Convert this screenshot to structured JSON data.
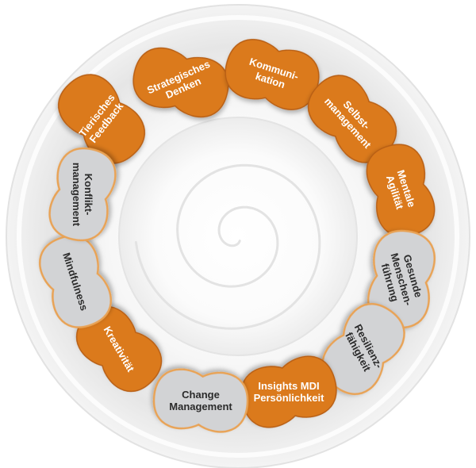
{
  "diagram": {
    "segments": [
      {
        "id": "tierisches-feedback",
        "lines": [
          "Tierisches",
          "Feedback"
        ],
        "variant": "orange"
      },
      {
        "id": "strategisches-denken",
        "lines": [
          "Strategisches",
          "Denken"
        ],
        "variant": "orange"
      },
      {
        "id": "kommunikation",
        "lines": [
          "Kommuni-",
          "kation"
        ],
        "variant": "orange"
      },
      {
        "id": "selbstmanagement",
        "lines": [
          "Selbst-",
          "management"
        ],
        "variant": "orange"
      },
      {
        "id": "mentale-agilitaet",
        "lines": [
          "Mentale",
          "Agilität"
        ],
        "variant": "orange"
      },
      {
        "id": "gesunde-menschenfuehrung",
        "lines": [
          "Gesunde",
          "Menschen-",
          "führung"
        ],
        "variant": "gray"
      },
      {
        "id": "resilienzfaehigkeit",
        "lines": [
          "Resilienz-",
          "fähigkeit"
        ],
        "variant": "gray"
      },
      {
        "id": "insights-mdi",
        "lines": [
          "Insights MDI",
          "Persönlichkeit"
        ],
        "variant": "orange"
      },
      {
        "id": "change-management",
        "lines": [
          "Change",
          "Management"
        ],
        "variant": "gray"
      },
      {
        "id": "kreativitaet",
        "lines": [
          "Kreativität"
        ],
        "variant": "orange"
      },
      {
        "id": "mindfulness",
        "lines": [
          "Mindfulness"
        ],
        "variant": "gray"
      },
      {
        "id": "konfliktmanagement",
        "lines": [
          "Konflikt-",
          "management"
        ],
        "variant": "gray"
      }
    ],
    "colors": {
      "orange": "#db7a1f",
      "orange_dark": "#b85f12",
      "gray": "#d2d3d5",
      "gray_stroke": "#e8a356",
      "text_on_orange": "#ffffff",
      "text_on_gray": "#2b2b2b",
      "plate": "#f1f1f1"
    }
  }
}
